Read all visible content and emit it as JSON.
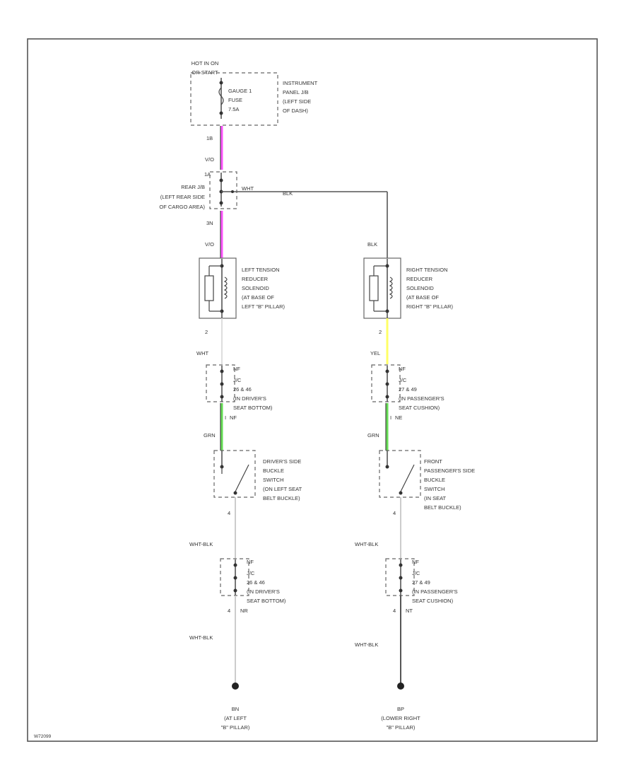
{
  "colors": {
    "pink": "#ff55ff",
    "green": "#66dd55",
    "yellow": "#ffff66",
    "white_wire": "#dddddd",
    "line": "#555555"
  },
  "top": {
    "hot_label_1": "HOT IN ON",
    "hot_label_2": "OR START",
    "fuse_label_1": "GAUGE 1",
    "fuse_label_2": "FUSE",
    "fuse_label_3": "7.5A",
    "panel_label_1": "INSTRUMENT",
    "panel_label_2": "PANEL J/B",
    "panel_label_3": "(LEFT SIDE",
    "panel_label_4": "OF DASH)"
  },
  "wires": {
    "w1_pin": "1B",
    "w1_color": "V/O",
    "rear_pin_top": "1A",
    "wht_tag": "WHT",
    "blk_tag": "BLK",
    "w2_pin": "3N",
    "w2_color": "V/O",
    "blk_right": "BLK",
    "left_pin2": "2",
    "left_color_wht": "WHT",
    "right_pin2": "2",
    "right_color_yel": "YEL",
    "left_grn": "GRN",
    "right_grn": "GRN",
    "left_whtblk_1": "WHT-BLK",
    "right_whtblk_1": "WHT-BLK",
    "left_whtblk_2": "WHT-BLK",
    "right_whtblk_2": "WHT-BLK",
    "left_pin4": "4",
    "right_pin4": "4"
  },
  "rear_jb": {
    "line1": "REAR J/B",
    "line2": "(LEFT REAR SIDE",
    "line3": "OF CARGO AREA)"
  },
  "left_solenoid": {
    "line1": "LEFT TENSION",
    "line2": "REDUCER",
    "line3": "SOLENOID",
    "line4": "(AT BASE OF",
    "line5": "LEFT \"B\" PILLAR)"
  },
  "right_solenoid": {
    "line1": "RIGHT TENSION",
    "line2": "REDUCER",
    "line3": "SOLENOID",
    "line4": "(AT BASE OF",
    "line5": "RIGHT \"B\" PILLAR)"
  },
  "left_jc1": {
    "tag": "NF",
    "line1": "J/C",
    "line2": "26 & 46",
    "line3": "(IN DRIVER'S",
    "line4": "SEAT BOTTOM)",
    "pin": "I",
    "pin_label": "NF"
  },
  "right_jc1": {
    "tag": "NF",
    "line1": "J/C",
    "line2": "27 & 49",
    "line3": "(IN PASSENGER'S",
    "line4": "SEAT CUSHION)",
    "pin": "I",
    "pin_label": "NE"
  },
  "left_buckle": {
    "line1": "DRIVER'S SIDE",
    "line2": "BUCKLE",
    "line3": "SWITCH",
    "line4": "(ON LEFT SEAT",
    "line5": "BELT BUCKLE)"
  },
  "right_buckle": {
    "line1": "FRONT",
    "line2": "PASSENGER'S SIDE",
    "line3": "BUCKLE",
    "line4": "SWITCH",
    "line5": "(IN SEAT",
    "line6": "BELT BUCKLE)"
  },
  "left_jc2": {
    "tag": "NF",
    "line1": "J/C",
    "line2": "26 & 46",
    "line3": "(IN DRIVER'S",
    "line4": "SEAT BOTTOM)",
    "pin": "4",
    "pin_label": "NR"
  },
  "right_jc2": {
    "tag": "NF",
    "line1": "J/C",
    "line2": "27 & 49",
    "line3": "(IN PASSENGER'S",
    "line4": "SEAT CUSHION)",
    "pin": "4",
    "pin_label": "NT"
  },
  "left_ground": {
    "line1": "BN",
    "line2": "(AT LEFT",
    "line3": "\"B\" PILLAR)"
  },
  "right_ground": {
    "line1": "BP",
    "line2": "(LOWER RIGHT",
    "line3": "\"B\" PILLAR)"
  },
  "footer": {
    "code": "W72099"
  }
}
